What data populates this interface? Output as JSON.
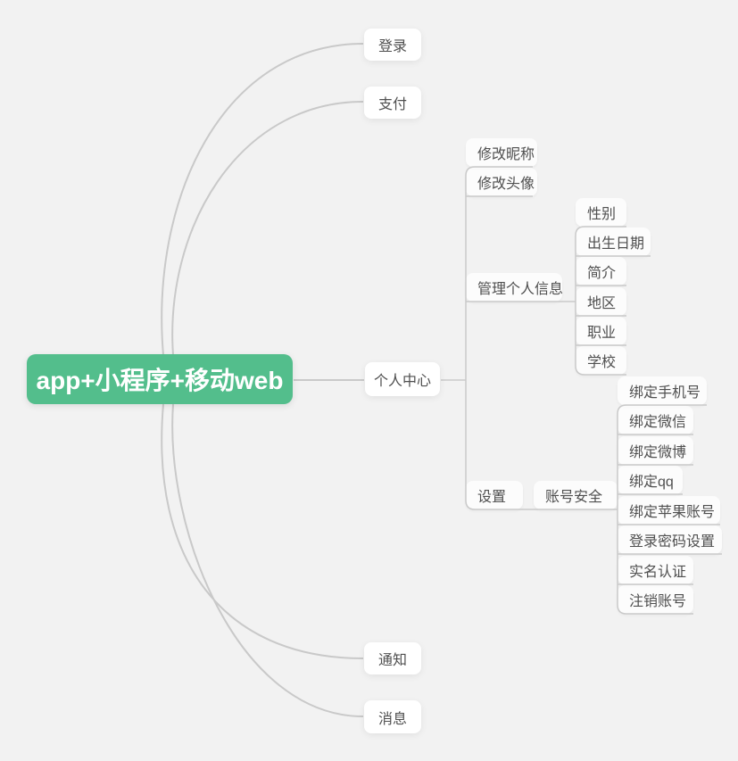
{
  "colors": {
    "canvas_bg": "#f2f2f2",
    "root_bg": "#53be8c",
    "root_text": "#ffffff",
    "node_bg": "#ffffff",
    "node_text": "#4f4f4f",
    "connector_line": "#c9c9c9"
  },
  "nodes": {
    "root": "app+小程序+移动web",
    "login": "登录",
    "pay": "支付",
    "personal_center": "个人中心",
    "notification": "通知",
    "message": "消息",
    "edit_nickname": "修改昵称",
    "edit_avatar": "修改头像",
    "manage_profile": "管理个人信息",
    "settings": "设置",
    "account_security": "账号安全",
    "gender": "性别",
    "birth_date": "出生日期",
    "intro": "简介",
    "region": "地区",
    "occupation": "职业",
    "school": "学校",
    "bind_phone": "绑定手机号",
    "bind_wechat": "绑定微信",
    "bind_weibo": "绑定微博",
    "bind_qq": "绑定qq",
    "bind_apple": "绑定苹果账号",
    "login_password": "登录密码设置",
    "real_name": "实名认证",
    "delete_account": "注销账号"
  }
}
